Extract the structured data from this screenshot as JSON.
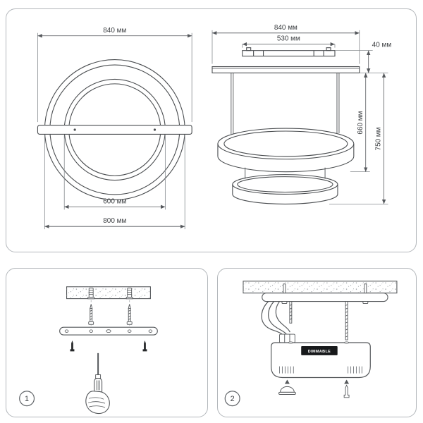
{
  "front_view": {
    "dim_width": "840 мм",
    "dim_inner": "600 мм",
    "dim_outer": "800 мм"
  },
  "side_view": {
    "dim_width": "840 мм",
    "dim_plate": "530 мм",
    "dim_height": "40 мм",
    "dim_drop_ring": "660 мм",
    "dim_drop_total": "750 мм"
  },
  "steps": [
    {
      "number": "1"
    },
    {
      "number": "2",
      "driver_label": "DIMMABLE"
    }
  ],
  "colors": {
    "line": "#4a4d50",
    "dim_line": "#55585c",
    "text": "#3c3f42",
    "panel_border": "#b3b7bb",
    "driver_fill": "#17191b"
  }
}
